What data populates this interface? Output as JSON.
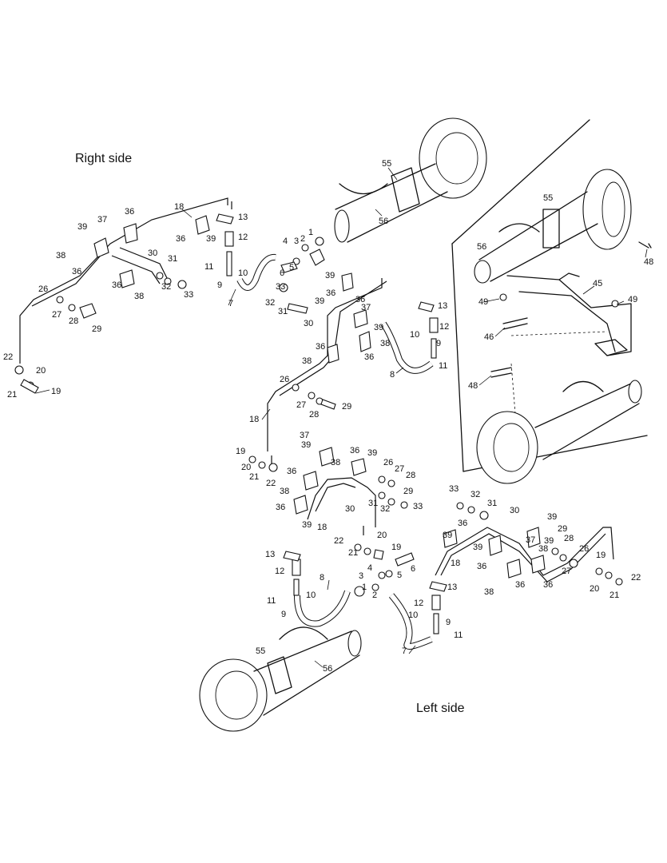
{
  "labels": {
    "right_side": "Right side",
    "left_side": "Left side"
  },
  "callouts": [
    "1",
    "2",
    "3",
    "4",
    "5",
    "6",
    "7",
    "8",
    "9",
    "10",
    "11",
    "12",
    "13",
    "18",
    "19",
    "20",
    "21",
    "22",
    "26",
    "27",
    "28",
    "29",
    "30",
    "31",
    "32",
    "33",
    "36",
    "37",
    "38",
    "39",
    "45",
    "46",
    "48",
    "49",
    "55",
    "56"
  ]
}
